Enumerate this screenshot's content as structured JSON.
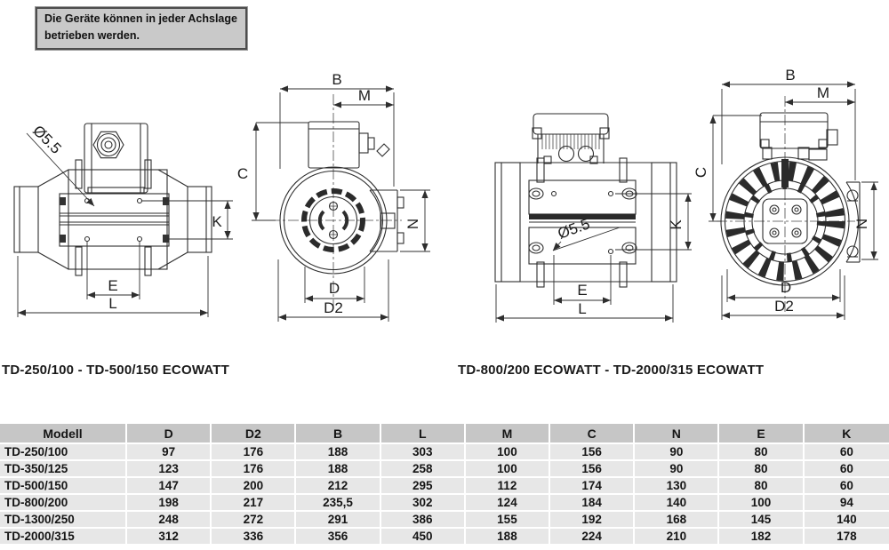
{
  "note": {
    "line1": "Die Geräte können in jeder Achslage",
    "line2": "betrieben werden."
  },
  "captions": {
    "left": "TD-250/100 - TD-500/150 ECOWATT",
    "right": "TD-800/200 ECOWATT - TD-2000/315 ECOWATT"
  },
  "dims": {
    "b": "B",
    "m": "M",
    "c": "C",
    "k": "K",
    "n": "N",
    "e": "E",
    "l": "L",
    "d": "D",
    "d2": "D2",
    "hole": "Ø5.5"
  },
  "table": {
    "headers": [
      "Modell",
      "D",
      "D2",
      "B",
      "L",
      "M",
      "C",
      "N",
      "E",
      "K"
    ],
    "rows": [
      [
        "TD-250/100",
        "97",
        "176",
        "188",
        "303",
        "100",
        "156",
        "90",
        "80",
        "60"
      ],
      [
        "TD-350/125",
        "123",
        "176",
        "188",
        "258",
        "100",
        "156",
        "90",
        "80",
        "60"
      ],
      [
        "TD-500/150",
        "147",
        "200",
        "212",
        "295",
        "112",
        "174",
        "130",
        "80",
        "60"
      ],
      [
        "TD-800/200",
        "198",
        "217",
        "235,5",
        "302",
        "124",
        "184",
        "140",
        "100",
        "94"
      ],
      [
        "TD-1300/250",
        "248",
        "272",
        "291",
        "386",
        "155",
        "192",
        "168",
        "145",
        "140"
      ],
      [
        "TD-2000/315",
        "312",
        "336",
        "356",
        "450",
        "188",
        "224",
        "210",
        "182",
        "178"
      ]
    ]
  },
  "colors": {
    "table_header_bg": "#c6c6c6",
    "table_row_bg": "#e7e7e7",
    "note_bg": "#c9c9c9",
    "note_border": "#4d4d4d",
    "line": "#2e2e2e",
    "text": "#111111"
  }
}
